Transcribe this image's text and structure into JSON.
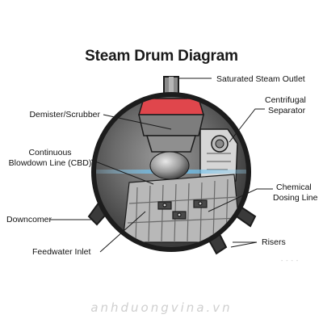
{
  "title": "Steam Drum Diagram",
  "labels": {
    "saturated_steam_outlet": "Saturated Steam Outlet",
    "demister_scrubber": "Demister/Scrubber",
    "centrifugal_separator_1": "Centrifugal",
    "centrifugal_separator_2": "Separator",
    "continuous_blowdown_1": "Continuous",
    "continuous_blowdown_2": "Blowdown Line (CBD)",
    "chemical_dosing_1": "Chemical",
    "chemical_dosing_2": "Dosing Line",
    "downcomer": "Downcomer",
    "risers": "Risers",
    "feedwater_inlet": "Feedwater Inlet"
  },
  "watermark": "anhduongvina.vn",
  "cutoff_text": "- - - -",
  "colors": {
    "demister": "#e0464c",
    "waterline": "#5fb8e8",
    "shell": "#1c1c1c",
    "interior": "#6a6a6a"
  }
}
